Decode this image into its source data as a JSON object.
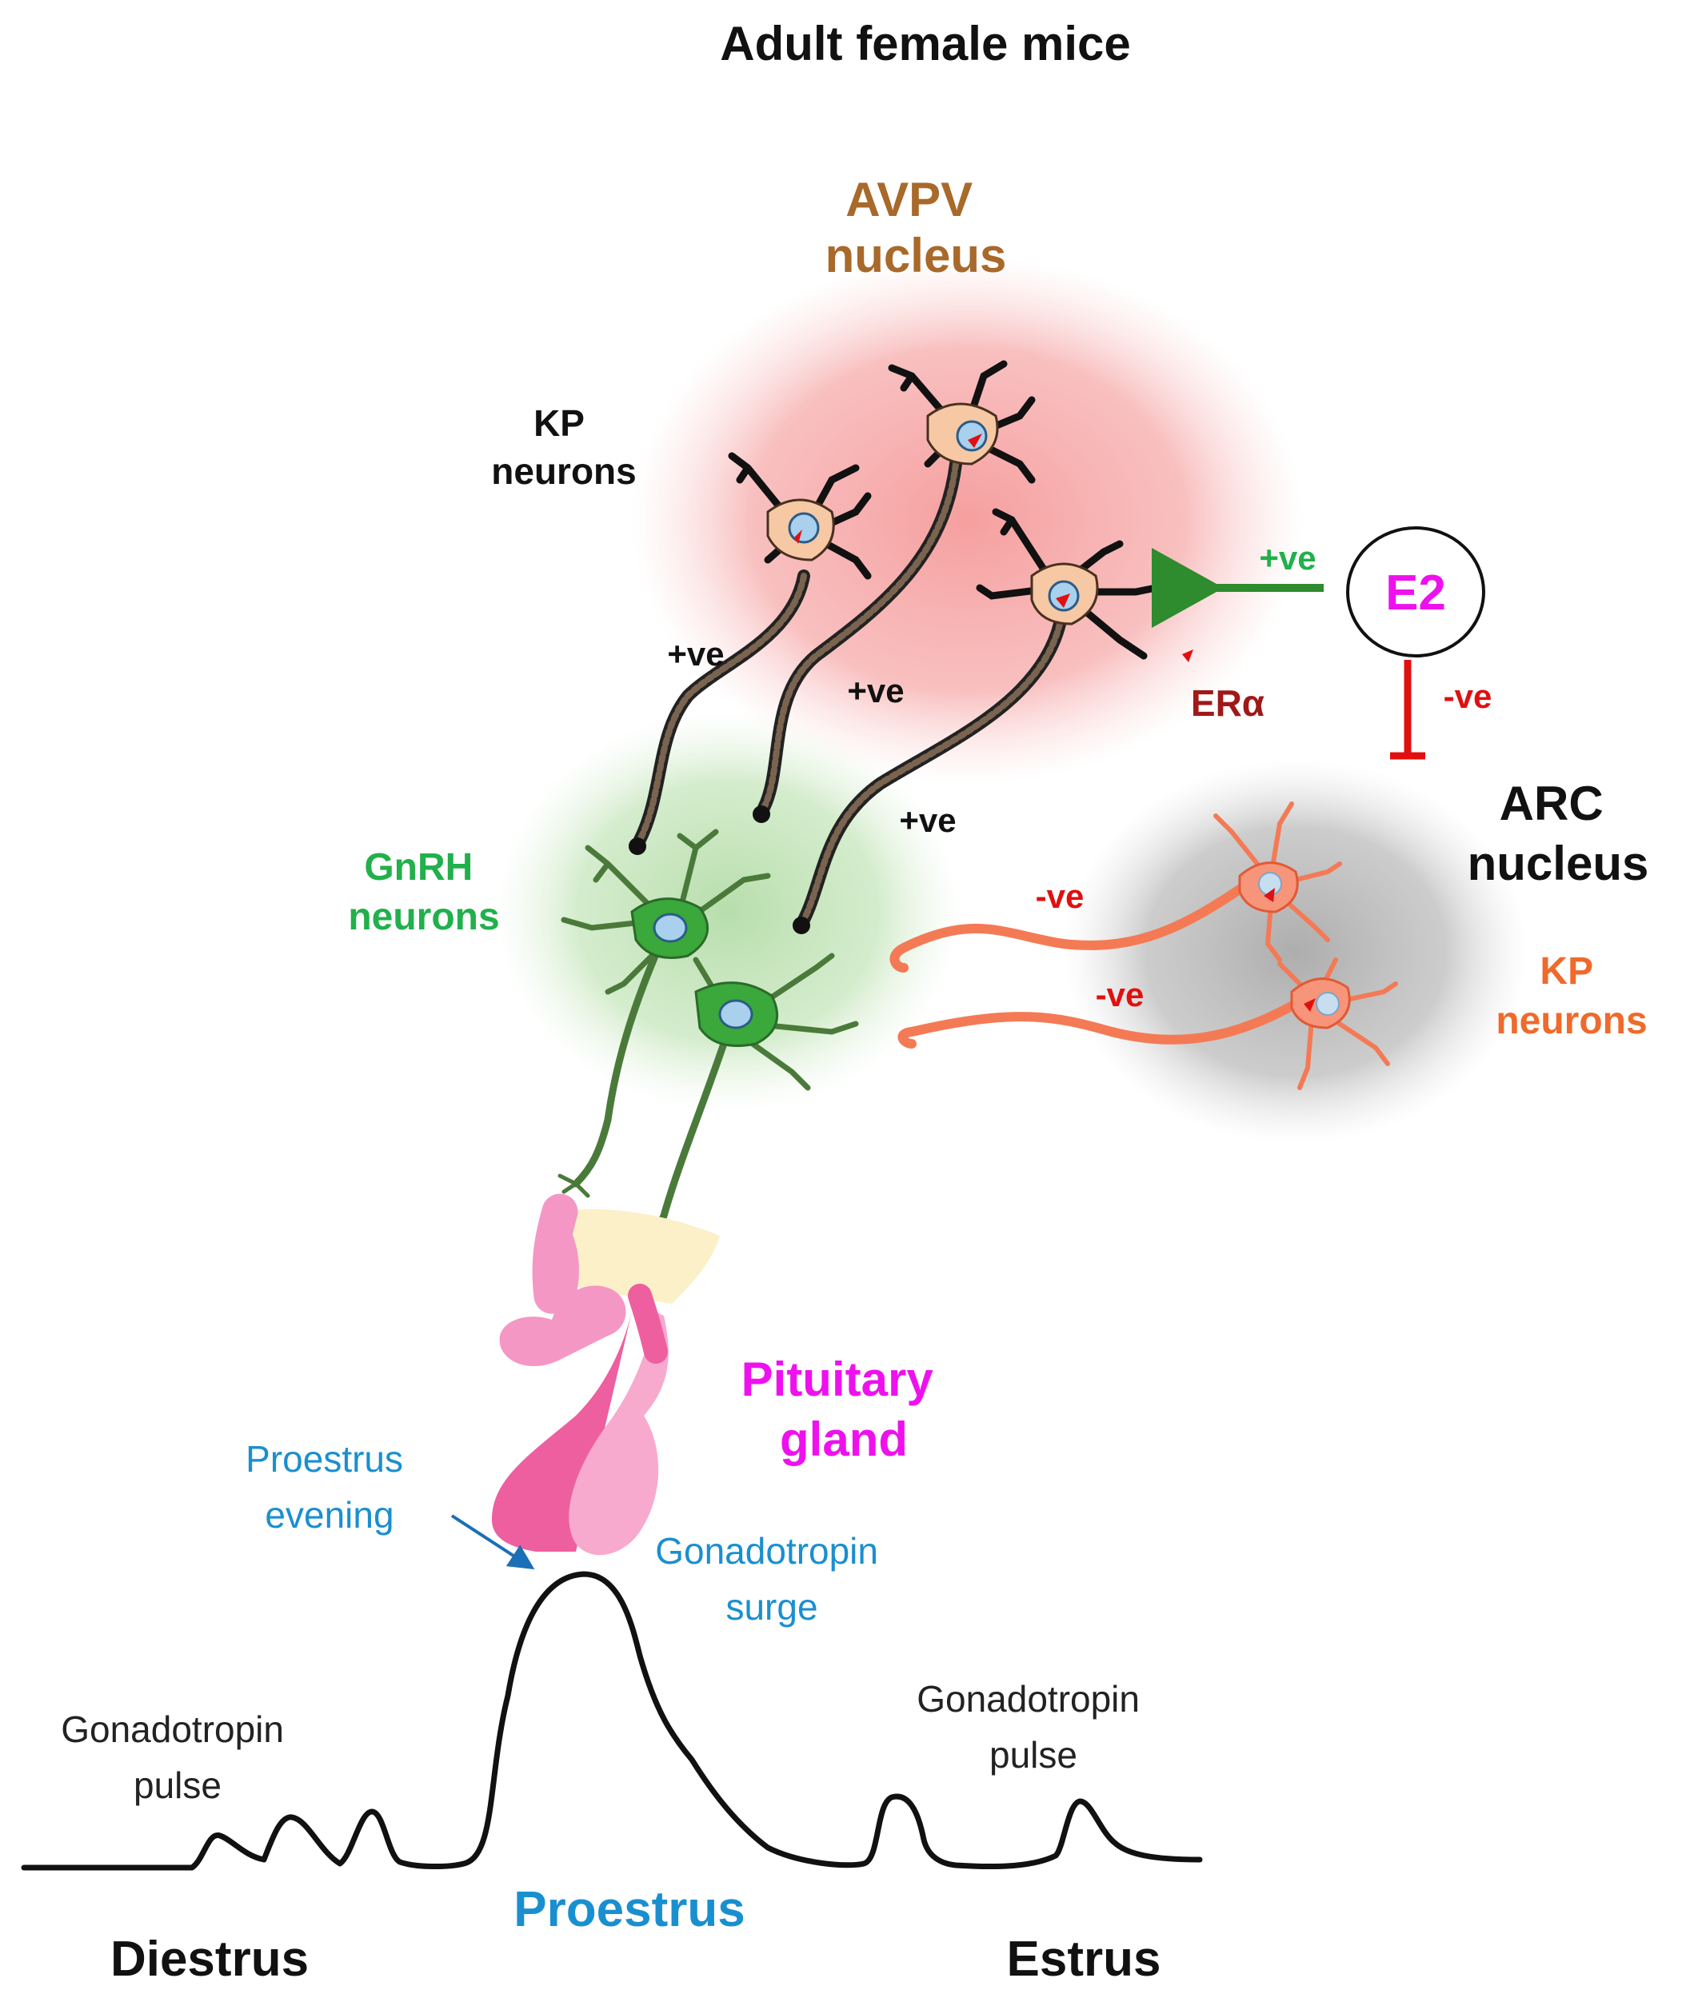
{
  "title": "Adult female mice",
  "avpv": {
    "line1": "AVPV",
    "line2": "nucleus",
    "color": "#a8692a"
  },
  "kp_avpv": {
    "line1": "KP",
    "line2": "neurons"
  },
  "gnrh": {
    "line1": "GnRH",
    "line2": "neurons",
    "color": "#21b04b"
  },
  "arc": {
    "line1": "ARC",
    "line2": "nucleus"
  },
  "kp_arc": {
    "line1": "KP",
    "line2": "neurons",
    "color": "#ef6a2b"
  },
  "e2": {
    "label": "E2",
    "color": "#ee11ee"
  },
  "era": {
    "label": "ERα",
    "color": "#a01818"
  },
  "signs": {
    "pos1": "+ve",
    "pos2": "+ve",
    "pos3": "+ve",
    "pos_e2": "+ve",
    "neg_e2": "-ve",
    "neg1": "-ve",
    "neg2": "-ve"
  },
  "pituitary": {
    "line1": "Pituitary",
    "line2": "gland",
    "color": "#ee11ee"
  },
  "proestrus_evening": {
    "line1": "Proestrus",
    "line2": "evening"
  },
  "surge": {
    "line1": "Gonadotropin",
    "line2": "surge"
  },
  "pulse_left": {
    "line1": "Gonadotropin",
    "line2": "pulse"
  },
  "pulse_right": {
    "line1": "Gonadotropin",
    "line2": "pulse"
  },
  "stages": {
    "left": "Diestrus",
    "middle": "Proestrus",
    "right": "Estrus"
  },
  "colors": {
    "blue_text": "#1a8fd0",
    "positive_arrow": "#2e8b2e",
    "inhibition": "#e01010",
    "avpv_glow": "#f7a6a6",
    "gnrh_glow": "#bfe3b5",
    "arc_glow": "#b3b3b3",
    "kp_avpv_cell": "#f6c9a4",
    "gnrh_cell": "#3aa83a",
    "kp_arc_cell": "#f47a55"
  }
}
